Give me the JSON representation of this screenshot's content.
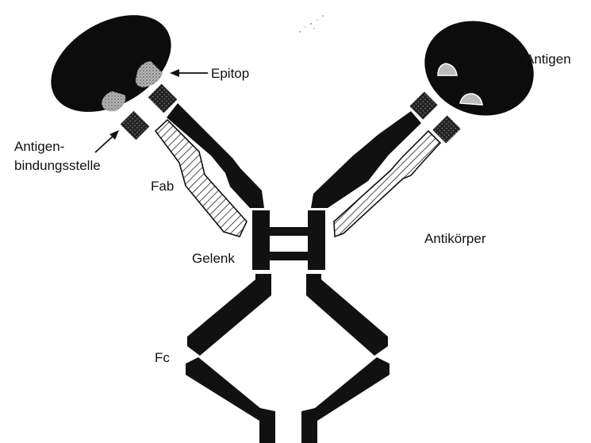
{
  "labels": {
    "antigen": "Antigen",
    "epitop": "Epitop",
    "bindungsstelle_line1": "Antigen-",
    "bindungsstelle_line2": "bindungsstelle",
    "fab": "Fab",
    "gelenk": "Gelenk",
    "antikoerper": "Antikörper",
    "fc": "Fc"
  },
  "colors": {
    "chain": "#111111",
    "antigen": "#0c0c0c",
    "epitope": "#9a9a9a",
    "hatch": "#222222",
    "background": "#ffffff"
  }
}
